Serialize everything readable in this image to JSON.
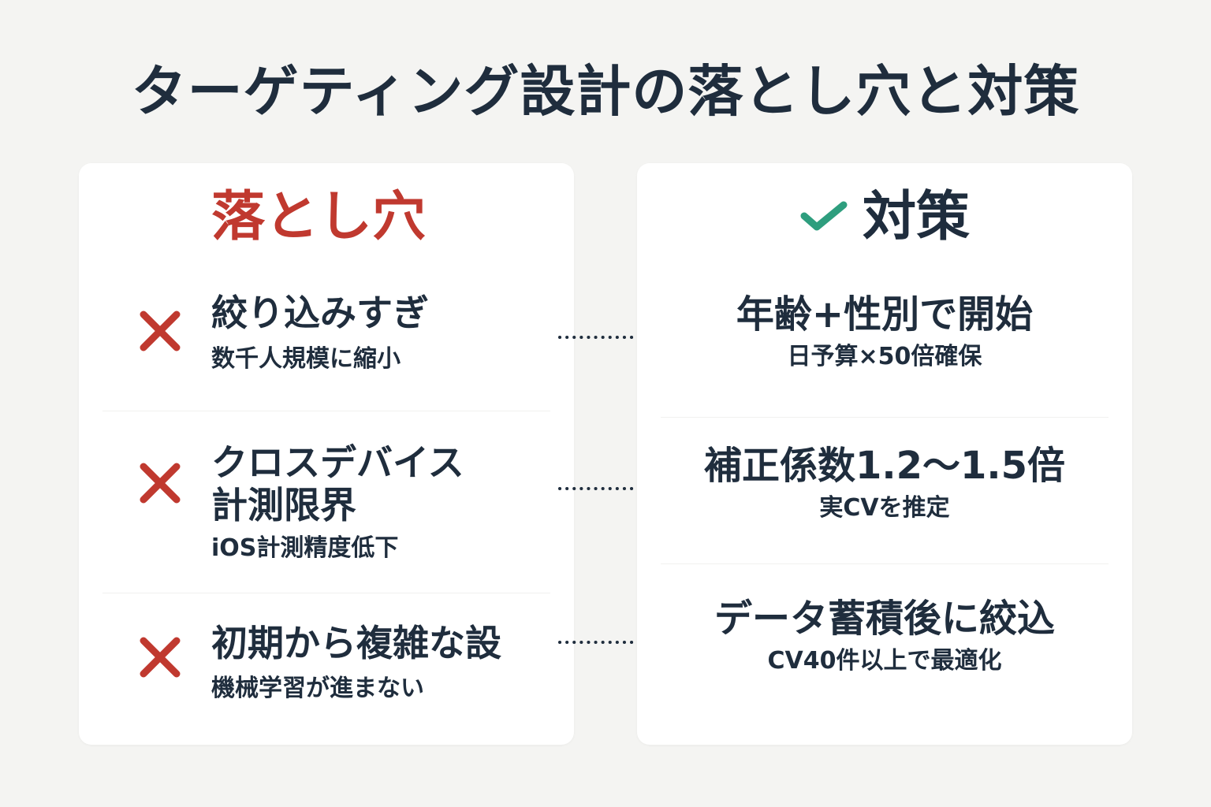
{
  "title": "ターゲティング設計の落とし穴と対策",
  "pitfalls": {
    "heading": "落とし穴",
    "items": [
      {
        "title": "絞り込みすぎ",
        "detail": "数千人規模に縮小"
      },
      {
        "title_line1": "クロスデバイス",
        "title_line2": "計測限界",
        "detail": "iOS計測精度低下"
      },
      {
        "title": "初期から複雑な設",
        "detail": "機械学習が進まない"
      }
    ]
  },
  "solutions": {
    "heading": "対策",
    "items": [
      {
        "title": "年齢+性別で開始",
        "detail": "日予算×50倍確保"
      },
      {
        "title": "補正係数1.2～1.5倍",
        "detail": "実CVを推定"
      },
      {
        "title": "データ蓄積後に絞込",
        "detail": "CV40件以上で最適化"
      }
    ]
  },
  "colors": {
    "pitfall_accent": "#c0392f",
    "solution_accent": "#2e9e7e",
    "text": "#1f2d3d"
  }
}
